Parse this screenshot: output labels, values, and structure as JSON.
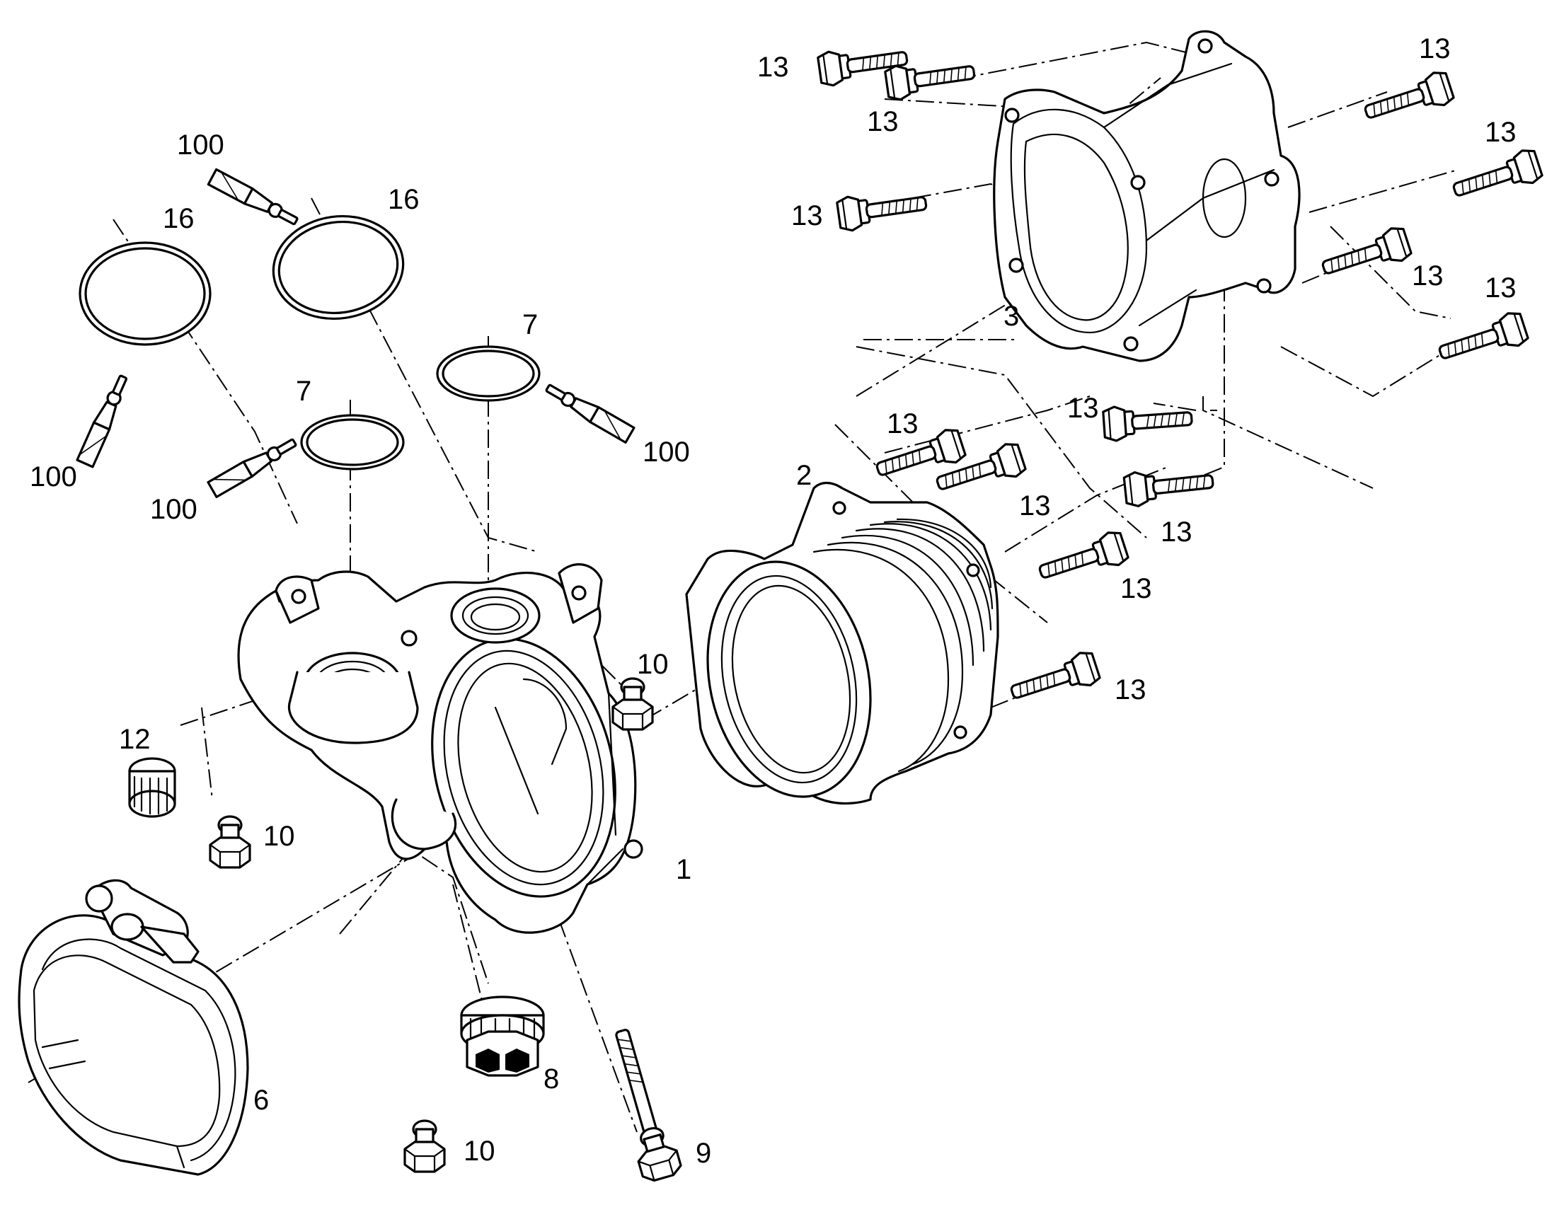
{
  "callouts": {
    "housing": "1",
    "bellows": "2",
    "outlet_adapter": "3",
    "v_clamp": "6",
    "o_ring_small_a": "7",
    "o_ring_small_b": "7",
    "drain_plug": "8",
    "long_bolt": "9",
    "bolt_10_a": "10",
    "bolt_10_b": "10",
    "bolt_10_c": "10",
    "plug_12": "12",
    "bolt_13_a": "13",
    "bolt_13_b": "13",
    "bolt_13_c": "13",
    "bolt_13_d": "13",
    "bolt_13_e": "13",
    "bolt_13_f": "13",
    "bolt_13_g": "13",
    "bolt_13_h": "13",
    "bolt_13_i": "13",
    "bolt_13_j": "13",
    "bolt_13_k": "13",
    "bolt_13_l": "13",
    "bolt_13_m": "13",
    "o_ring_large_a": "16",
    "o_ring_large_b": "16",
    "sealant_a": "100",
    "sealant_b": "100",
    "sealant_c": "100",
    "sealant_d": "100"
  },
  "style": {
    "line_color": "#000000",
    "background": "#ffffff"
  }
}
